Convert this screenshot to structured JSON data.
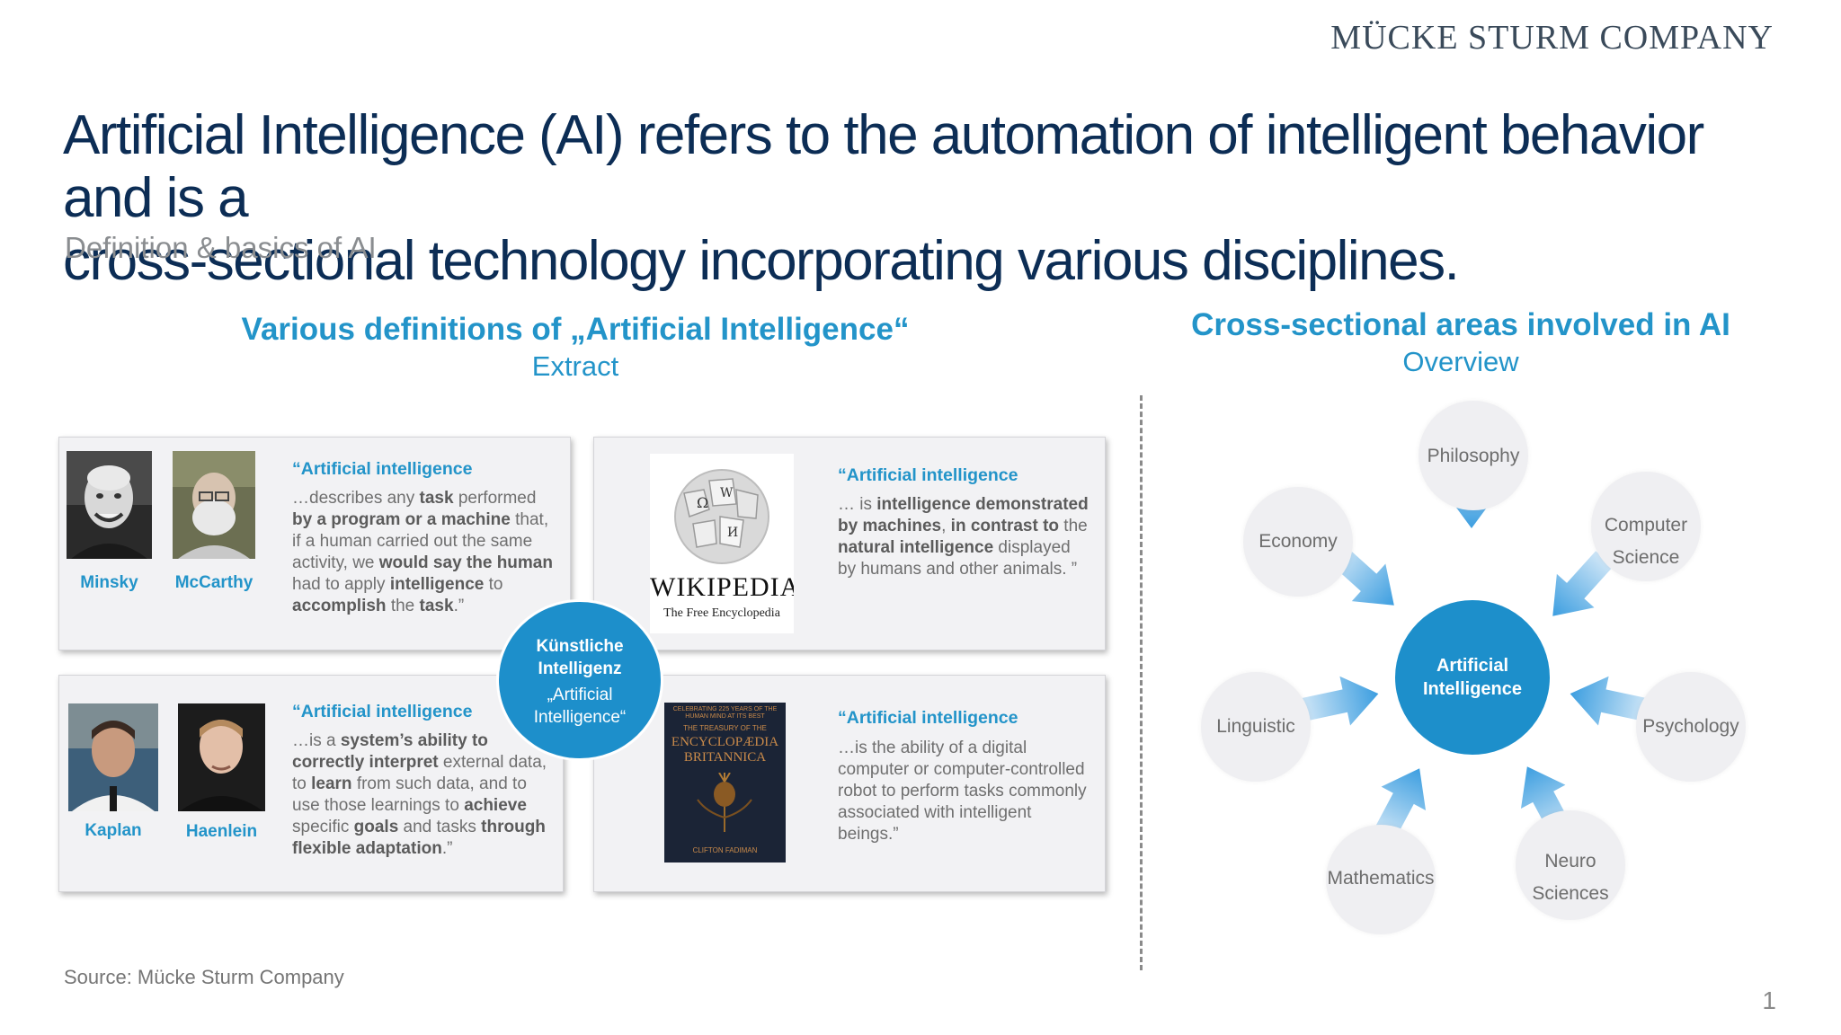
{
  "header": {
    "company": "MÜCKE STURM COMPANY"
  },
  "headline": {
    "line1": "Artificial Intelligence (AI) refers to the automation of intelligent behavior and is a",
    "line2": "cross-sectional technology incorporating various disciplines."
  },
  "subheadline": "Definition & basics of AI",
  "left_section": {
    "title": "Various definitions of „Artificial Intelligence“",
    "subtitle": "Extract"
  },
  "right_section": {
    "title": "Cross-sectional areas involved in AI",
    "subtitle": "Overview"
  },
  "cards": {
    "c1": {
      "names": [
        "Minsky",
        "McCarthy"
      ],
      "title": "“Artificial intelligence",
      "html": "…describes any <b>task</b> performed <b>by a program or a machine</b> that, if a human carried out the same activity, we <b>would say the human</b> had to apply <b>intelligence</b> to <b>accomplish</b> the <b>task</b>.”"
    },
    "c2": {
      "logo_word": "WIKIPEDIA",
      "logo_tagline": "The Free Encyclopedia",
      "title": "“Artificial intelligence",
      "html": "… is <b>intelligence demonstrated by machines</b>, <b>in contrast to</b> the <b>natural intelligence</b> displayed by humans and other animals. ”"
    },
    "c3": {
      "names": [
        "Kaplan",
        "Haenlein"
      ],
      "title": "“Artificial intelligence",
      "html": "…is a <b>system’s ability to correctly interpret</b> external data, to <b>learn</b> from such data, and to use those learnings to <b>achieve</b> specific <b>goals</b> and tasks <b>through flexible adaptation</b>.”"
    },
    "c4": {
      "book_top": "CELEBRATING 225 YEARS OF THE HUMAN MIND AT ITS BEST",
      "book_line": "THE TREASURY OF THE",
      "book_title_1": "ENCYCLOPÆDIA",
      "book_title_2": "BRITANNICA",
      "book_author": "CLIFTON FADIMAN",
      "title": "“Artificial intelligence",
      "html": "…is the ability of a digital computer or computer-controlled robot to perform tasks commonly associated with intelligent beings.”"
    }
  },
  "center_badge": {
    "line1": "Künstliche",
    "line2": "Intelligenz",
    "line3": "„Artificial",
    "line4": "Intelligence“"
  },
  "hub": {
    "line1": "Artificial",
    "line2": "Intelligence"
  },
  "areas": {
    "philosophy": "Philosophy",
    "computer": "Computer",
    "science": "Science",
    "economy": "Economy",
    "linguistic": "Linguistic",
    "psychology": "Psychology",
    "mathematics": "Mathematics",
    "neuro": "Neuro",
    "sciences": "Sciences"
  },
  "colors": {
    "accent": "#2394c9",
    "hub": "#1d8fcb",
    "headline": "#0c2d55",
    "node": "#efeff2"
  },
  "footer": {
    "source": "Source: Mücke Sturm Company",
    "page": "1"
  }
}
